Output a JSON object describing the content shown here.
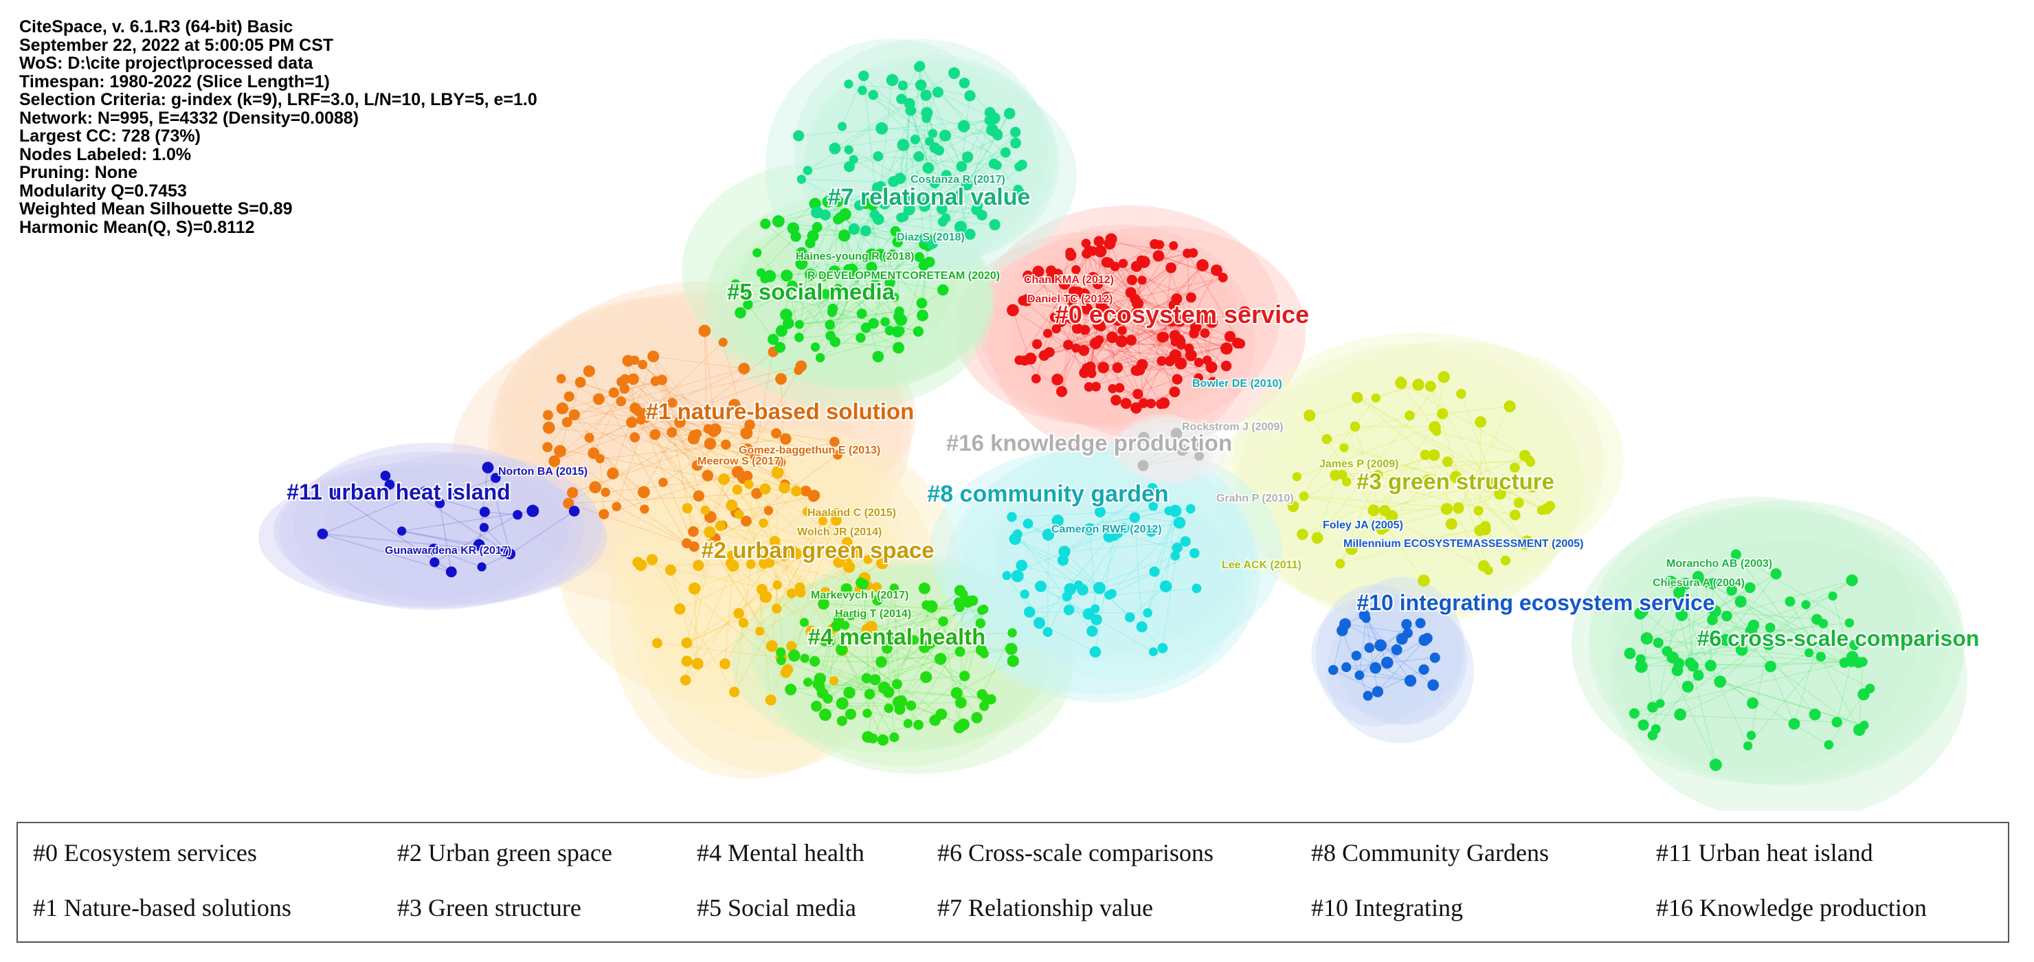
{
  "info": [
    "CiteSpace, v. 6.1.R3 (64-bit) Basic",
    "September 22, 2022 at 5:00:05 PM CST",
    "WoS: D:\\cite project\\processed data",
    "Timespan: 1980-2022 (Slice Length=1)",
    "Selection Criteria: g-index (k=9), LRF=3.0, L/N=10, LBY=5, e=1.0",
    "Network: N=995, E=4332 (Density=0.0088)",
    "Largest CC: 728 (73%)",
    "Nodes Labeled: 1.0%",
    "Pruning: None",
    "Modularity Q=0.7453",
    "Weighted Mean Silhouette S=0.89",
    "Harmonic Mean(Q, S)=0.8112"
  ],
  "clusters": [
    {
      "id": "c0",
      "label": "#0 ecosystem service",
      "color": "#ee1111",
      "halo": "#ffc8c2",
      "labelColor": "#e51a1a"
    },
    {
      "id": "c1",
      "label": "#1 nature-based solution",
      "color": "#f07a10",
      "halo": "#fde0c8",
      "labelColor": "#d86a0c"
    },
    {
      "id": "c2",
      "label": "#2 urban green space",
      "color": "#f5b800",
      "halo": "#fdedc2",
      "labelColor": "#c79a08"
    },
    {
      "id": "c3",
      "label": "#3 green structure",
      "color": "#c9e000",
      "halo": "#f1f8c9",
      "labelColor": "#a8bb0b"
    },
    {
      "id": "c4",
      "label": "#4 mental health",
      "color": "#22dd11",
      "halo": "#d2f5c8",
      "labelColor": "#1fb512"
    },
    {
      "id": "c5",
      "label": "#5 social media",
      "color": "#11dd22",
      "halo": "#ccf3cc",
      "labelColor": "#15b325"
    },
    {
      "id": "c6",
      "label": "#6 cross-scale comparison",
      "color": "#11dd44",
      "halo": "#cff5d6",
      "labelColor": "#17b53c"
    },
    {
      "id": "c7",
      "label": "#7 relational value",
      "color": "#11dd88",
      "halo": "#cdf5e4",
      "labelColor": "#16b07a"
    },
    {
      "id": "c8",
      "label": "#8 community garden",
      "color": "#11dddd",
      "halo": "#c9f5f5",
      "labelColor": "#13a9b3"
    },
    {
      "id": "c10",
      "label": "#10 integrating ecosystem service",
      "color": "#1166dd",
      "halo": "#cfdcf7",
      "labelColor": "#1359c8"
    },
    {
      "id": "c11",
      "label": "#11 urban heat island",
      "color": "#1111cc",
      "halo": "#d0d0f3",
      "labelColor": "#1515b8"
    },
    {
      "id": "c16",
      "label": "#16 knowledge production",
      "color": "#bbbbbb",
      "halo": "#eeeeee",
      "labelColor": "#b0b0b0"
    }
  ],
  "node_labels": [
    {
      "text": "Costanza R (2017)",
      "cluster": "c7"
    },
    {
      "text": "Diaz S (2018)",
      "cluster": "c7"
    },
    {
      "text": "Haines-young R (2018)",
      "cluster": "c5"
    },
    {
      "text": "R DEVELOPMENTCORETEAM (2020)",
      "cluster": "c5"
    },
    {
      "text": "Chan KMA (2012)",
      "cluster": "c0"
    },
    {
      "text": "Daniel TC (2012)",
      "cluster": "c0"
    },
    {
      "text": "Bowler DE (2010)",
      "cluster": "c8"
    },
    {
      "text": "Rockstrom J (2009)",
      "cluster": "c16"
    },
    {
      "text": "Gomez-baggethun E (2013)",
      "cluster": "c1"
    },
    {
      "text": "Meerow S (2017)",
      "cluster": "c1"
    },
    {
      "text": "Norton BA (2015)",
      "cluster": "c11"
    },
    {
      "text": "Gunawardena KR (2017)",
      "cluster": "c11"
    },
    {
      "text": "Haaland C (2015)",
      "cluster": "c2"
    },
    {
      "text": "Wolch JR (2014)",
      "cluster": "c2"
    },
    {
      "text": "Markevych I (2017)",
      "cluster": "c4"
    },
    {
      "text": "Hartig T (2014)",
      "cluster": "c4"
    },
    {
      "text": "James P (2009)",
      "cluster": "c3"
    },
    {
      "text": "Grahn P (2010)",
      "cluster": "c16"
    },
    {
      "text": "Cameron RWF (2012)",
      "cluster": "c8"
    },
    {
      "text": "Foley JA (2005)",
      "cluster": "c10"
    },
    {
      "text": "Millennium ECOSYSTEMASSESSMENT (2005)",
      "cluster": "c10"
    },
    {
      "text": "Lee ACK (2011)",
      "cluster": "c3"
    },
    {
      "text": "Morancho AB (2003)",
      "cluster": "c6"
    },
    {
      "text": "Chiesura A (2004)",
      "cluster": "c6"
    }
  ],
  "legend": [
    "#0 Ecosystem services",
    "#1 Nature-based solutions",
    "#2 Urban green space",
    "#3 Green structure",
    "#4 Mental health",
    "#5 Social media",
    "#6 Cross-scale comparisons",
    "#7 Relationship value",
    "#8 Community Gardens",
    "#10 Integrating",
    "#11 Urban heat island",
    "#16 Knowledge production"
  ]
}
